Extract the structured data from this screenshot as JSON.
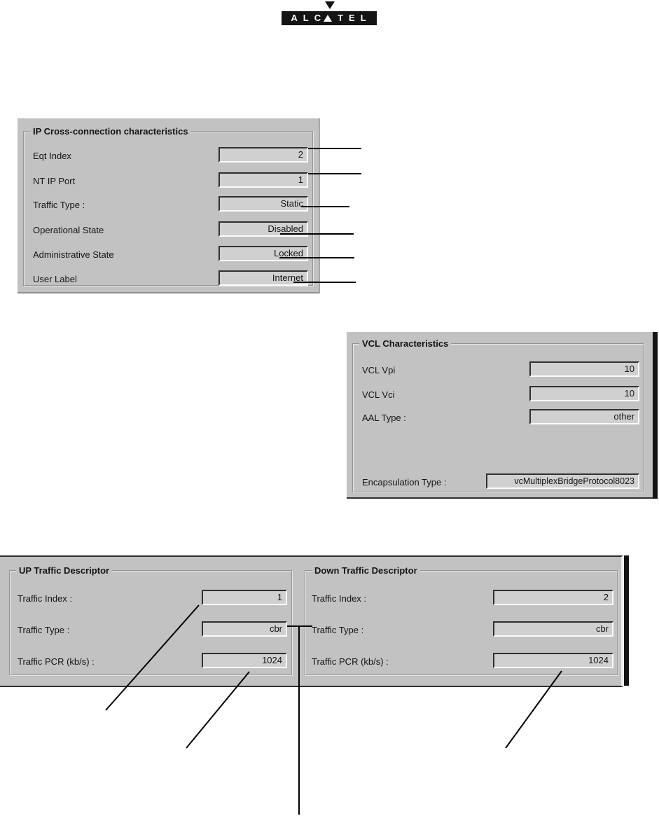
{
  "brand": {
    "name": "ALCATEL",
    "wordmark_left": "ALC",
    "wordmark_right": "TEL"
  },
  "panels": {
    "ip_cross_connection": {
      "title": "IP Cross-connection characteristics",
      "fields": [
        {
          "label": "Eqt Index",
          "value": "2"
        },
        {
          "label": "NT IP Port",
          "value": "1"
        },
        {
          "label": "Traffic Type :",
          "value": "Static"
        },
        {
          "label": "Operational State",
          "value": "Disabled"
        },
        {
          "label": "Administrative State",
          "value": "Locked"
        },
        {
          "label": "User Label",
          "value": "Internet"
        }
      ]
    },
    "vcl_characteristics": {
      "title": "VCL Characteristics",
      "fields": [
        {
          "label": "VCL Vpi",
          "value": "10"
        },
        {
          "label": "VCL Vci",
          "value": "10"
        },
        {
          "label": "AAL Type :",
          "value": "other"
        },
        {
          "label": "Encapsulation Type :",
          "value": "vcMultiplexBridgeProtocol8023"
        }
      ]
    },
    "up_traffic_descriptor": {
      "title": "UP Traffic Descriptor",
      "fields": [
        {
          "label": "Traffic Index :",
          "value": "1"
        },
        {
          "label": "Traffic Type :",
          "value": "cbr"
        },
        {
          "label": "Traffic PCR (kb/s) :",
          "value": "1024"
        }
      ]
    },
    "down_traffic_descriptor": {
      "title": "Down Traffic Descriptor",
      "fields": [
        {
          "label": "Traffic Index :",
          "value": "2"
        },
        {
          "label": "Traffic Type :",
          "value": "cbr"
        },
        {
          "label": "Traffic PCR (kb/s) :",
          "value": "1024"
        }
      ]
    }
  },
  "colors": {
    "panel_gray": "#c2c2c2",
    "field_gray": "#d0d0d0",
    "logo_black": "#141414",
    "callout_line": "#000000",
    "page_background": "#ffffff"
  }
}
